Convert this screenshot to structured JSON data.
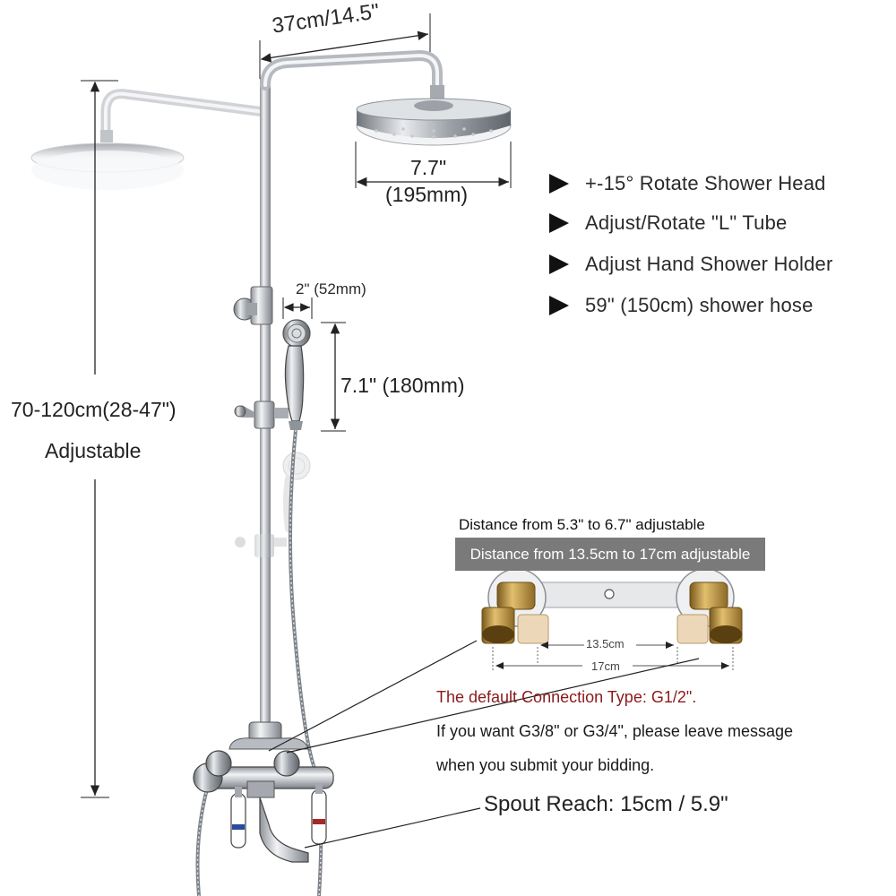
{
  "dimensions": {
    "arm_length": "37cm/14.5\"",
    "head_diameter_in": "7.7\"",
    "head_diameter_mm": "(195mm)",
    "hand_width": "2\" (52mm)",
    "hand_length": "7.1\" (180mm)",
    "height_range": "70-120cm(28-47\")",
    "height_note": "Adjustable"
  },
  "features": [
    {
      "text": "+-15° Rotate Shower Head"
    },
    {
      "text": "Adjust/Rotate \"L\" Tube"
    },
    {
      "text": "Adjust Hand Shower Holder"
    },
    {
      "text": "59\" (150cm) shower hose"
    }
  ],
  "connection": {
    "title_in": "Distance from 5.3\" to 6.7\" adjustable",
    "title_cm": "Distance from 13.5cm to 17cm adjustable",
    "inner_distance": "13.5cm",
    "outer_distance": "17cm",
    "default_type": "The default Connection Type: G1/2\".",
    "note_line1": "If you want G3/8\" or G3/4\", please leave message",
    "note_line2": "when you submit your bidding."
  },
  "spout": {
    "label": "Spout Reach: 15cm / 5.9\""
  },
  "colors": {
    "chrome": "#b8bcc2",
    "brass": "#c8a04a",
    "default_type_text": "#8b1a1a",
    "bar_bg": "#7a7a7a"
  }
}
